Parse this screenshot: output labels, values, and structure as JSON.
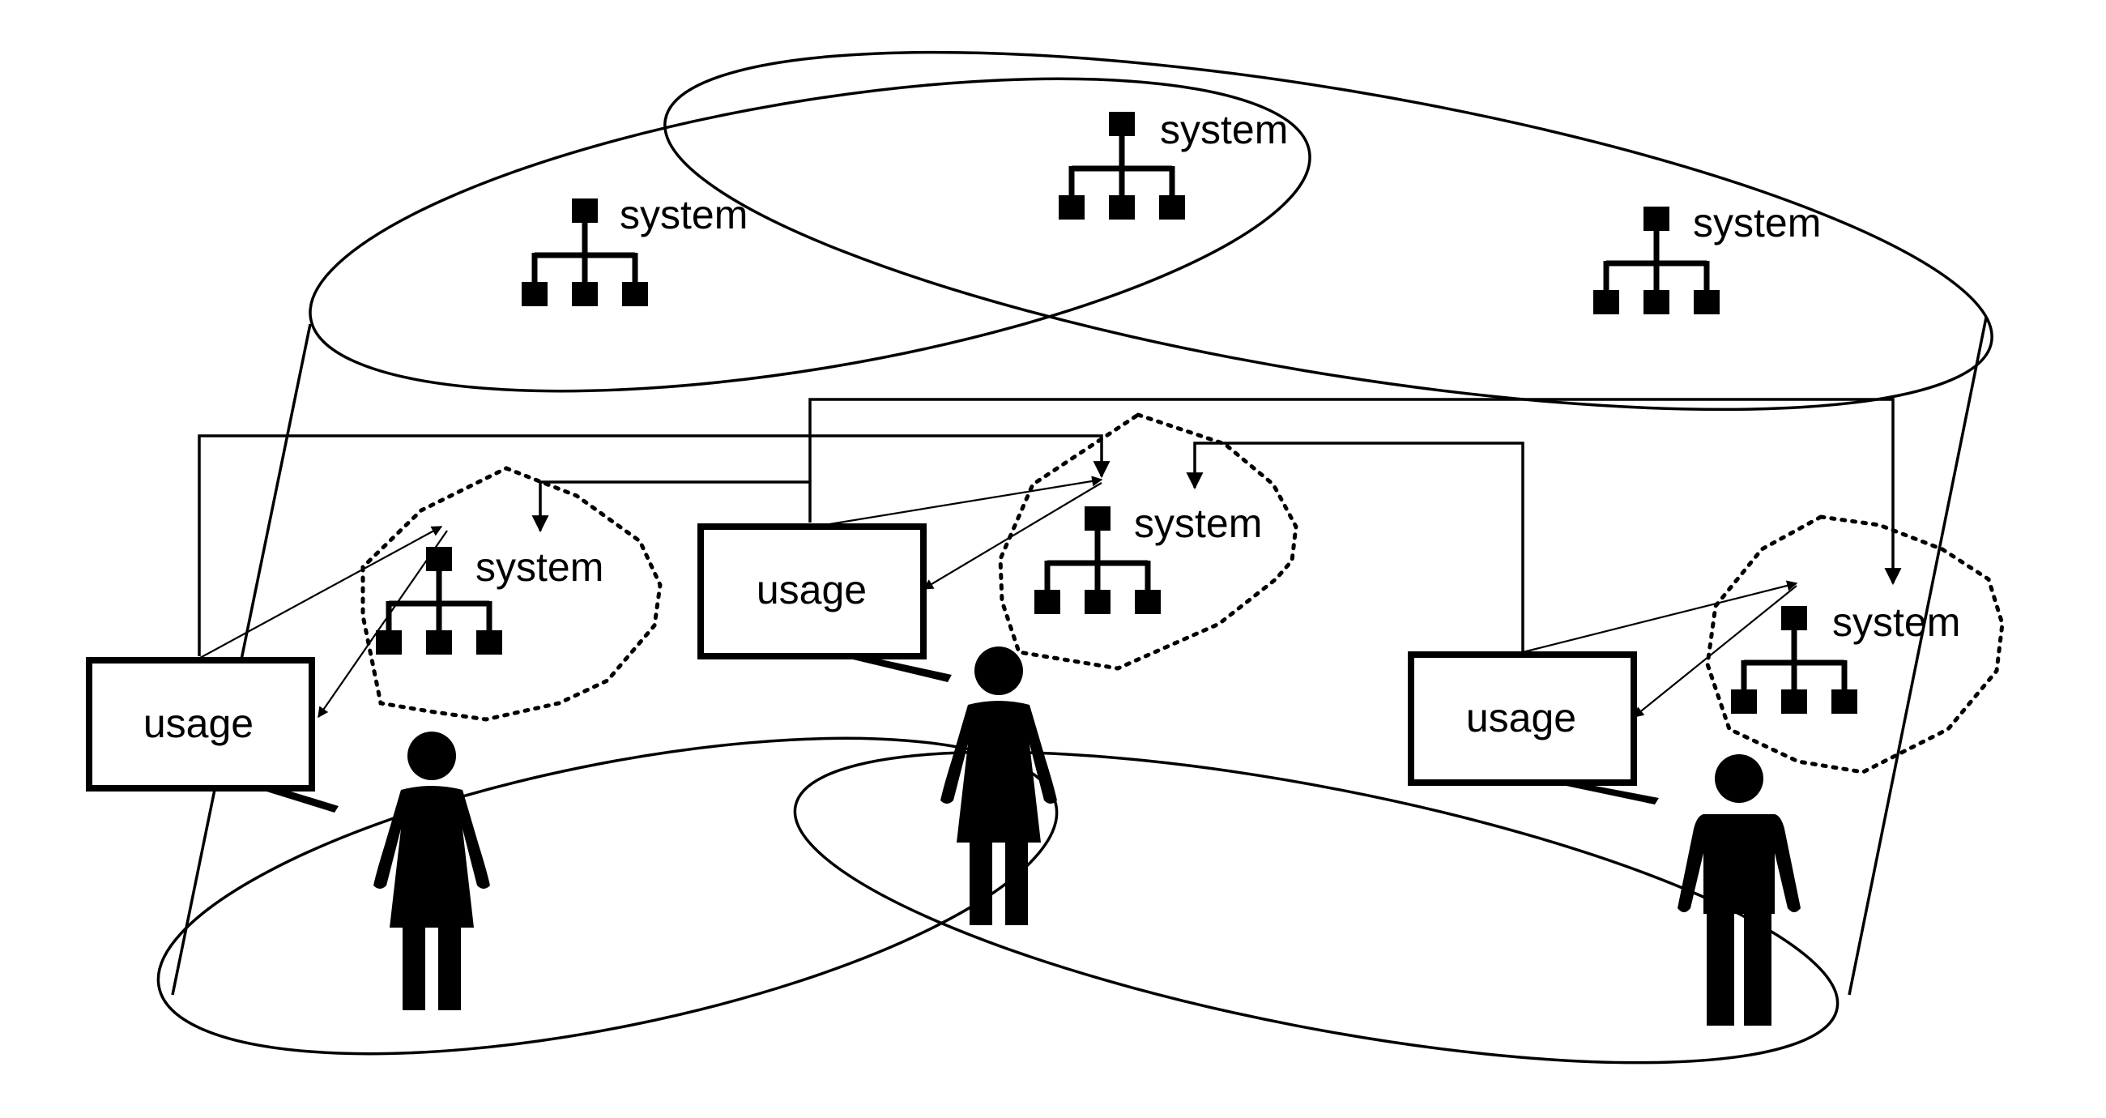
{
  "system_label": "system",
  "usage_label": "usage",
  "upper_systems": [
    {
      "label": "system"
    },
    {
      "label": "system"
    },
    {
      "label": "system"
    }
  ],
  "local_systems": [
    {
      "label": "system"
    },
    {
      "label": "system"
    },
    {
      "label": "system"
    }
  ],
  "usage_boxes": [
    {
      "label": "usage"
    },
    {
      "label": "usage"
    },
    {
      "label": "usage"
    }
  ],
  "people": [
    {
      "figure": "woman-icon"
    },
    {
      "figure": "woman-icon"
    },
    {
      "figure": "man-icon"
    }
  ],
  "colors": {
    "stroke": "#000000",
    "background": "#ffffff"
  }
}
